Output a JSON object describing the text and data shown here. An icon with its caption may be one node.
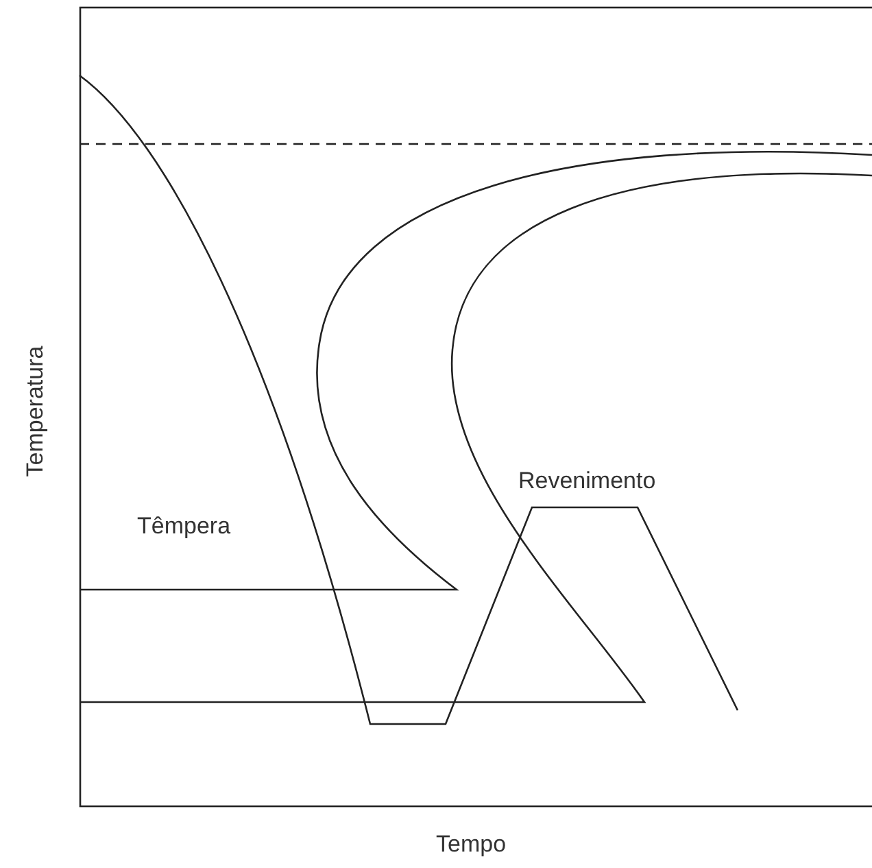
{
  "diagram": {
    "labels": [
      "Temperatura",
      "Têmpera",
      "Revenimento",
      "Tempo"
    ]
  }
}
